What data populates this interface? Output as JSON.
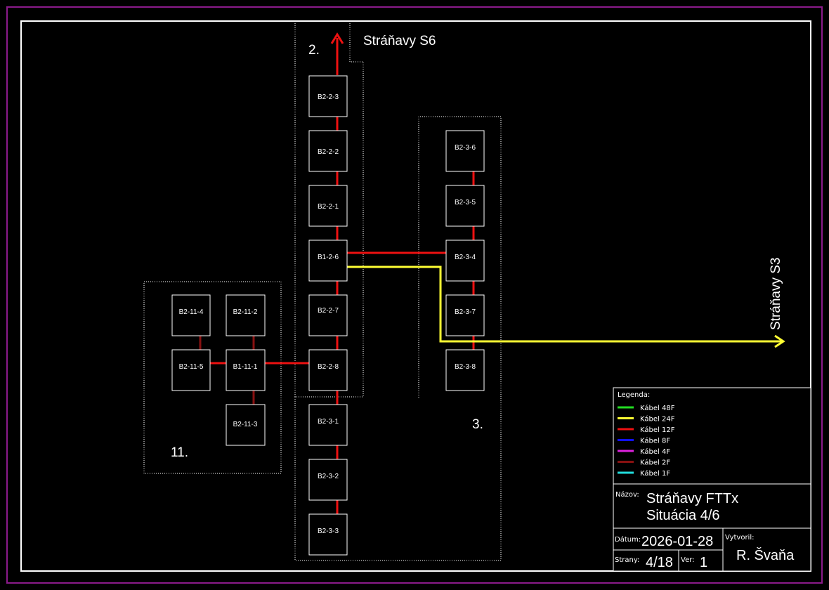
{
  "diagram": {
    "area_labels": {
      "area2": "2.",
      "area3": "3.",
      "area11": "11.",
      "straňavy_s6": "Stráňavy S6",
      "straňavy_s3": "Stráňavy S3"
    },
    "nodes": {
      "b223": "B2-2-3",
      "b222": "B2-2-2",
      "b221": "B2-2-1",
      "b126": "B1-2-6",
      "b227": "B2-2-7",
      "b228": "B2-2-8",
      "b231": "B2-3-1",
      "b232": "B2-3-2",
      "b233": "B2-3-3",
      "b236": "B2-3-6",
      "b235": "B2-3-5",
      "b234": "B2-3-4",
      "b237": "B2-3-7",
      "b238": "B2-3-8",
      "b2114": "B2-11-4",
      "b2112": "B2-11-2",
      "b2115": "B2-11-5",
      "b1111": "B1-11-1",
      "b2113": "B2-11-3"
    }
  },
  "legend": {
    "title": "Legenda:",
    "items": [
      {
        "label": "Kábel 48F",
        "color": "#22dd22"
      },
      {
        "label": "Kábel 24F",
        "color": "#ffff33"
      },
      {
        "label": "Kábel 12F",
        "color": "#ee1111"
      },
      {
        "label": "Kábel 8F",
        "color": "#1111ee"
      },
      {
        "label": "Kábel 4F",
        "color": "#dd22dd"
      },
      {
        "label": "Kábel 2F",
        "color": "#881111"
      },
      {
        "label": "Kábel 1F",
        "color": "#22dddd"
      }
    ]
  },
  "title_block": {
    "nazov_label": "Názov:",
    "title_line1": "Stráňavy FTTx",
    "title_line2": "Situácia 4/6",
    "datum_label": "Dátum:",
    "datum_value": "2026-01-28",
    "vytvoril_label": "Vytvoril:",
    "vytvoril_value": "R. Švaňa",
    "strany_label": "Strany:",
    "strany_value": "4/18",
    "ver_label": "Ver:",
    "ver_value": "1"
  },
  "colors": {
    "frame_outer": "#8b1a8b",
    "frame_inner": "#ffffff",
    "cable_12f": "#ee1111",
    "cable_24f": "#ffff33"
  }
}
